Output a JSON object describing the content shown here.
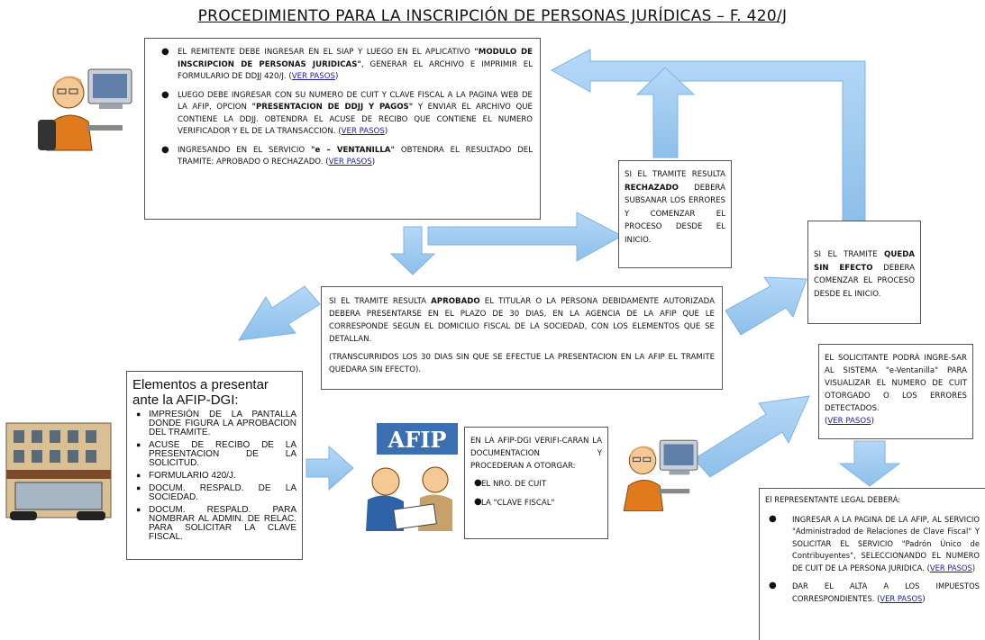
{
  "title": "PROCEDIMIENTO PARA LA INSCRIPCIÓN DE PERSONAS JURÍDICAS – F. 420/J",
  "link_label": "VER PASOS",
  "box_top": {
    "b1_pre": "EL REMITENTE DEBE INGRESAR EN EL SIAP Y LUEGO EN EL APLICATIVO ",
    "b1_bold": "\"MODULO DE INSCRIPCION DE PERSONAS JURIDICAS\"",
    "b1_post": ", GENERAR EL ARCHIVO E IMPRIMIR EL FORMULARIO DE DDJJ 420/J.",
    "b2_pre": "LUEGO DEBE INGRESAR CON SU NUMERO DE CUIT Y CLAVE FISCAL A LA PAGINA WEB DE LA AFIP, OPCION ",
    "b2_bold": "\"PRESENTACION DE DDJJ Y PAGOS\"",
    "b2_post": " Y ENVIAR EL ARCHIVO QUE CONTIENE LA DDJJ. OBTENDRA EL ACUSE DE RECIBO QUE CONTIENE EL NUMERO VERIFICADOR Y EL DE LA TRANSACCION.",
    "b3_pre": "INGRESANDO EN EL SERVICIO ",
    "b3_bold": "\"e – VENTANILLA\"",
    "b3_post": " OBTENDRA EL RESULTADO DEL TRAMITE: APROBADO O RECHAZADO."
  },
  "box_rechazado": {
    "pre": "SI EL TRAMITE RESULTA ",
    "bold": "RECHAZADO",
    "post": " DEBERÁ SUBSANAR LOS ERRORES Y COMENZAR EL PROCESO DESDE EL INICIO."
  },
  "box_sin_efecto": {
    "pre": "SI EL TRAMITE ",
    "bold": "QUEDA SIN EFECTO",
    "post": " DEBERA COMENZAR EL PROCESO DESDE EL INICIO."
  },
  "box_aprobado": {
    "p1_pre": "SI EL TRAMITE RESULTA ",
    "p1_bold": "APROBADO",
    "p1_post": " EL TITULAR O LA PERSONA DEBIDAMENTE AUTORIZADA DEBERA PRESENTARSE EN EL PLAZO DE 30 DIAS, EN LA AGENCIA DE LA AFIP QUE LE CORRESPONDE SEGUN EL DOMICILIO FISCAL DE LA SOCIEDAD, CON LOS ELEMENTOS QUE SE DETALLAN.",
    "p2": "(TRANSCURRIDOS LOS 30 DIAS SIN QUE SE EFECTUE LA PRESENTACION EN LA AFIP EL TRAMITE QUEDARA SIN EFECTO)."
  },
  "box_elementos": {
    "title": "Elementos a presentar ante la AFIP-DGI:",
    "items": [
      "IMPRESIÓN DE LA PANTALLA DONDE FIGURA LA APROBACION DEL TRAMITE.",
      "ACUSE DE RECIBO DE LA PRESENTACION DE LA SOLICITUD.",
      "FORMULARIO 420/J.",
      "DOCUM. RESPALD. DE LA SOCIEDAD.",
      "DOCUM. RESPALD. PARA NOMBRAR AL ADMIN. DE RELAC. PARA SOLICITAR LA CLAVE FISCAL."
    ]
  },
  "box_afip": {
    "intro": "EN LA AFIP-DGI VERIFI-CARAN LA DOCUMENTACION Y PROCEDERAN A OTORGAR:",
    "items": [
      "EL NRO. DE CUIT",
      "LA \"CLAVE FISCAL\""
    ]
  },
  "box_solicitante": {
    "text": "EL SOLICITANTE PODRÁ INGRE-SAR AL SISTEMA \"e-Ventanilla\" PARA VISUALIZAR EL NUMERO DE CUIT OTORGADO O LOS ERRORES DETECTADOS."
  },
  "box_representante": {
    "intro": "El REPRESENTANTE LEGAL DEBERÁ:",
    "items": [
      "INGRESAR A LA PAGINA DE LA AFIP, AL SERVICIO \"Administradod de Relaciones de Clave Fiscal\" Y SOLICITAR EL SERVICIO \"Padrón Único de Contribuyentes\", SELECCIONANDO EL NUMERO DE CUIT DE LA PERSONA JURIDICA.",
      "DAR EL ALTA A LOS IMPUESTOS CORRESPONDIENTES."
    ]
  },
  "afip_logo": "AFIP",
  "colors": {
    "arrow_fill": "#9cc9f0",
    "arrow_stroke": "#6aa6dc",
    "link": "#1a1aa6"
  }
}
